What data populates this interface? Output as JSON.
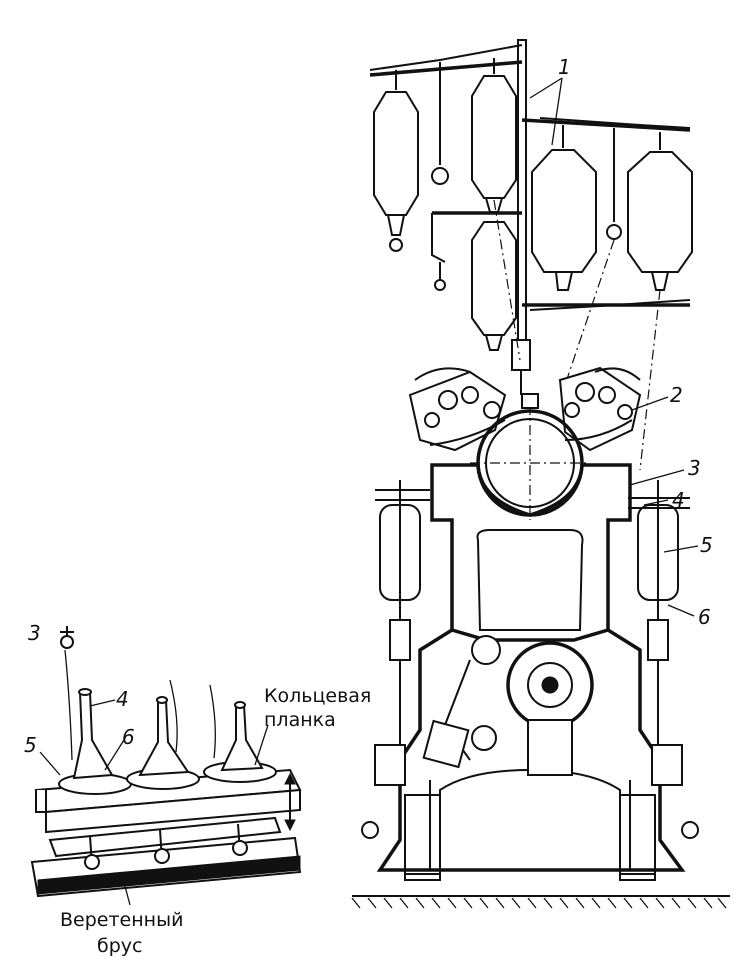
{
  "figure": {
    "labels": {
      "n1": "1",
      "n2": "2",
      "n3": "3",
      "n4": "4",
      "n5": "5",
      "n6": "6"
    },
    "detail": {
      "labels": {
        "n3": "3",
        "n4": "4",
        "n5": "5",
        "n6": "6"
      },
      "ring_rail": [
        "Кольцевая",
        "планка"
      ],
      "spindle_rail": [
        "Веретенный",
        "брус"
      ]
    }
  }
}
